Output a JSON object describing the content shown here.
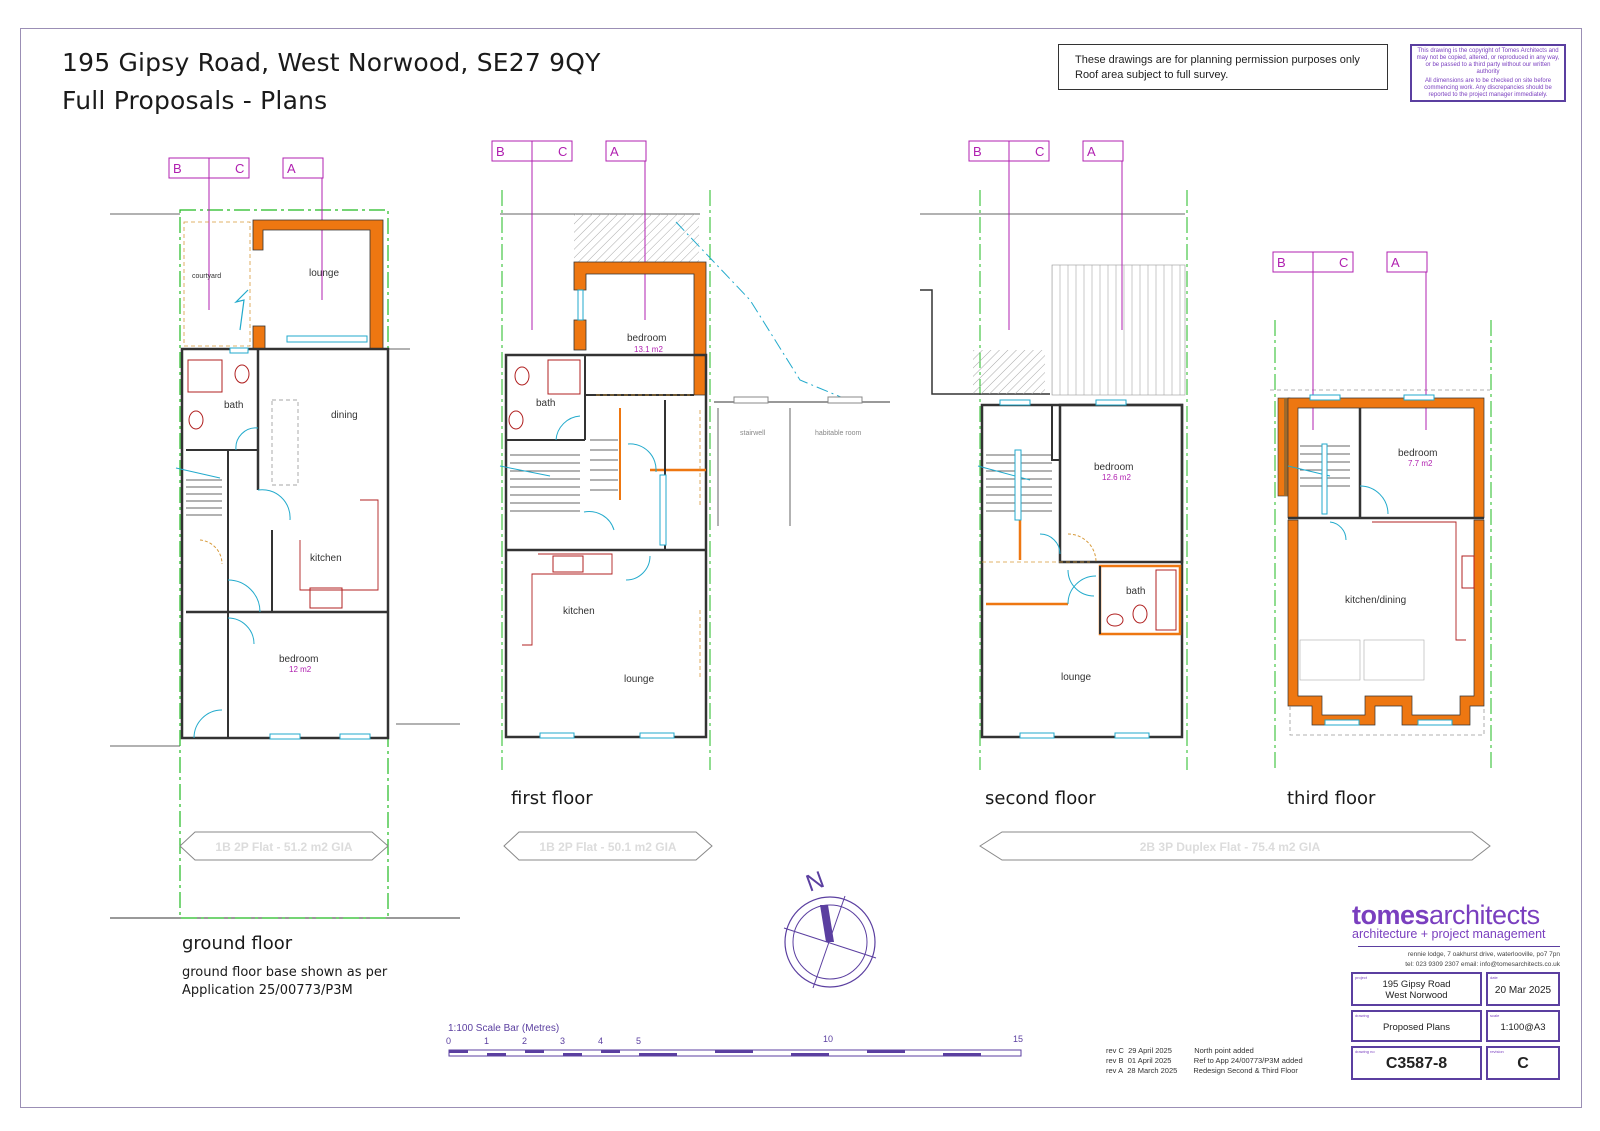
{
  "title": {
    "line1": "195 Gipsy Road, West Norwood, SE27 9QY",
    "line2": "Full Proposals - Plans"
  },
  "note": {
    "line1": "These drawings are for planning permission purposes only",
    "line2": "Roof area subject to full survey."
  },
  "copyright": {
    "line1": "This drawing is the copyright of Tomes Architects and may not be copied, altered, or reproduced in any way, or be passed to a third party without our written authority",
    "line2": "All dimensions are to be checked on site before commencing work. Any discrepancies should be reported to the project manager immediately."
  },
  "grid_labels": {
    "b": "B",
    "c": "C",
    "a": "A"
  },
  "floors": {
    "ground": {
      "label": "ground floor",
      "note1": "ground floor base shown as per",
      "note2": "Application 25/00773/P3M",
      "rooms": {
        "courtyard": "courtyard",
        "lounge": "lounge",
        "bath": "bath",
        "dining": "dining",
        "kitchen": "kitchen",
        "bedroom": "bedroom",
        "bedroom_area": "12 m2"
      },
      "gia": "1B 2P Flat - 51.2 m2 GIA"
    },
    "first": {
      "label": "first floor",
      "rooms": {
        "bedroom": "bedroom",
        "bedroom_area": "13.1 m2",
        "bath": "bath",
        "kitchen": "kitchen",
        "lounge": "lounge",
        "stairwell": "stairwell",
        "habitable": "habitable room"
      },
      "gia": "1B 2P Flat - 50.1 m2 GIA"
    },
    "second": {
      "label": "second floor",
      "rooms": {
        "bedroom": "bedroom",
        "bedroom_area": "12.6 m2",
        "bath": "bath",
        "lounge": "lounge"
      }
    },
    "third": {
      "label": "third floor",
      "rooms": {
        "bedroom": "bedroom",
        "bedroom_area": "7.7 m2",
        "kitchen_dining": "kitchen/dining"
      }
    },
    "duplex_gia": "2B 3P Duplex Flat - 75.4 m2 GIA"
  },
  "north": {
    "label": "N"
  },
  "scale_bar": {
    "title": "1:100 Scale Bar (Metres)",
    "ticks": [
      "0",
      "1",
      "2",
      "3",
      "4",
      "5",
      "10",
      "15"
    ]
  },
  "revisions": [
    {
      "rev": "rev C",
      "date": "29 April 2025",
      "desc": "North point added"
    },
    {
      "rev": "rev B",
      "date": "01 April 2025",
      "desc": "Ref to App 24/00773/P3M added"
    },
    {
      "rev": "rev A",
      "date": "28 March 2025",
      "desc": "Redesign Second & Third Floor"
    }
  ],
  "logo": {
    "brand_bold": "tomes",
    "brand_rest": "architects",
    "tagline": "architecture + project management",
    "address": "rennie lodge, 7 oakhurst drive, waterlooville, po7 7pn",
    "contact": "tel: 023 9309 2307  email: info@tomesarchitects.co.uk"
  },
  "title_block": {
    "project_tag": "project",
    "project_line1": "195 Gipsy Road",
    "project_line2": "West Norwood",
    "date_tag": "date",
    "date": "20 Mar 2025",
    "drawing_tag": "drawing",
    "drawing": "Proposed Plans",
    "scale_tag": "scale",
    "scale": "1:100@A3",
    "number_tag": "drawing no",
    "number": "C3587-8",
    "revision_tag": "revision",
    "revision": "C"
  },
  "colors": {
    "purple": "#5b3fa0",
    "magenta": "#b020b0",
    "orange": "#e07010",
    "green": "#22bb22",
    "cyan": "#22aacc"
  }
}
